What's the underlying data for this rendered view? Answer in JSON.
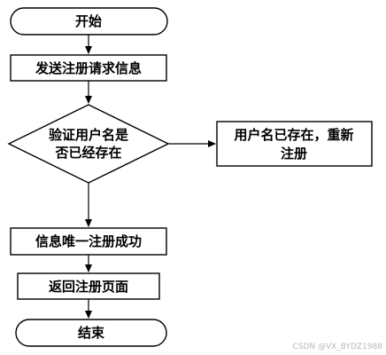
{
  "nodes": {
    "start": "开始",
    "send_request": "发送注册请求信息",
    "decision_line1": "验证用户名是",
    "decision_line2": "否已经存在",
    "exists_line1": "用户名已存在，重新",
    "exists_line2": "注册",
    "unique": "信息唯一注册成功",
    "return_page": "返回注册页面",
    "end": "结束"
  },
  "watermark": "CSDN @VX_BYDZ1988"
}
